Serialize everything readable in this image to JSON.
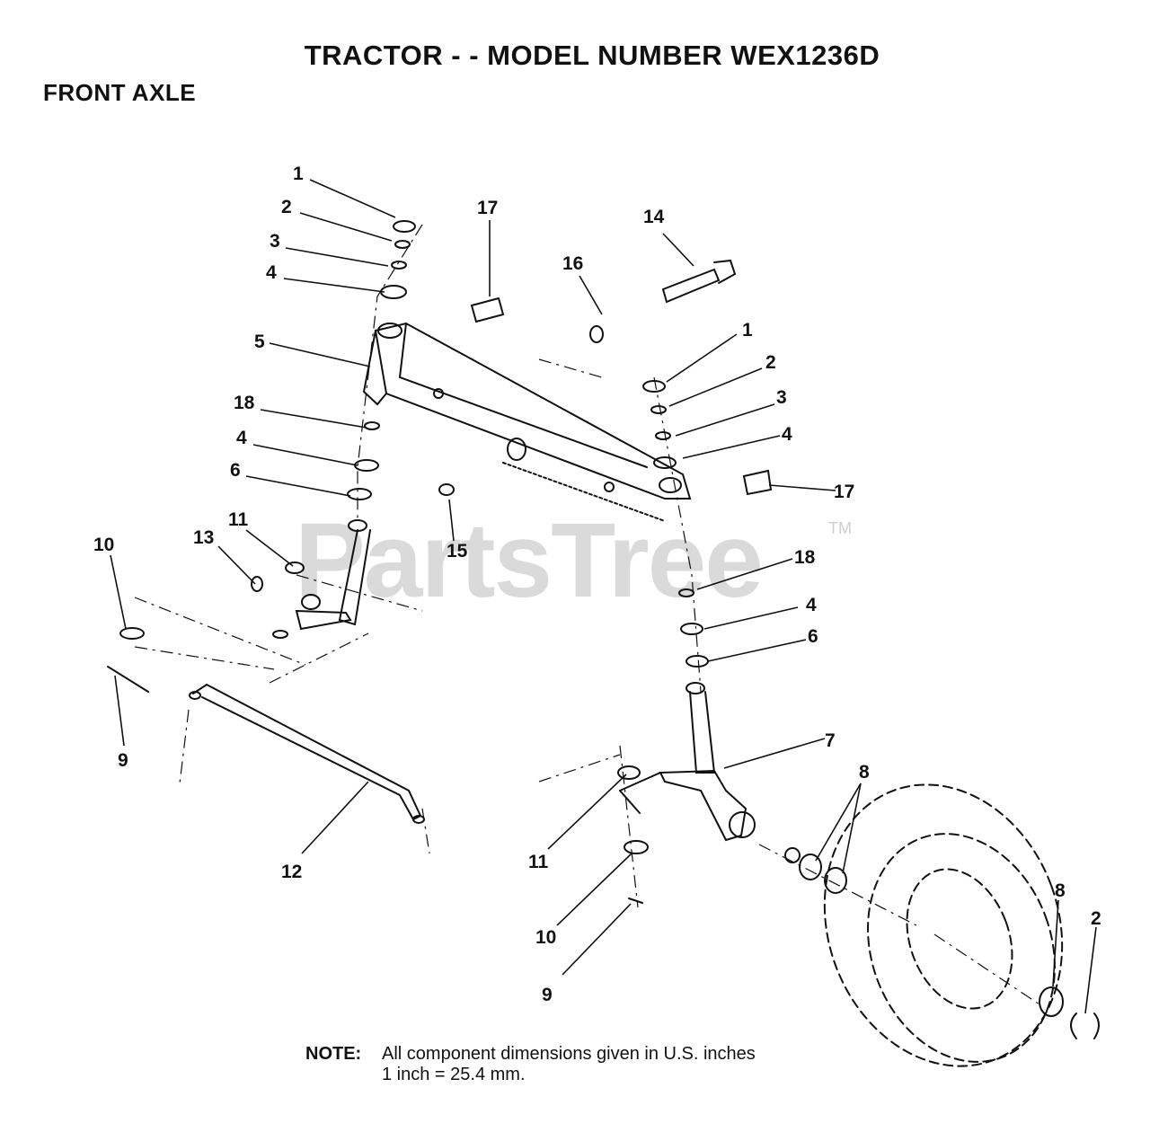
{
  "page": {
    "title": "TRACTOR - - MODEL NUMBER WEX1236D",
    "subtitle": "FRONT AXLE",
    "watermark": "PartsTree",
    "trademark": "TM",
    "note": {
      "label": "NOTE:",
      "line1": "All component dimensions given in U.S. inches",
      "line2": "1 inch = 25.4 mm."
    }
  },
  "callouts": [
    "1",
    "2",
    "3",
    "4",
    "17",
    "14",
    "16",
    "5",
    "1",
    "2",
    "3",
    "4",
    "18",
    "4",
    "6",
    "17",
    "15",
    "11",
    "13",
    "10",
    "18",
    "4",
    "6",
    "9",
    "7",
    "8",
    "12",
    "11",
    "10",
    "8",
    "2",
    "9"
  ]
}
